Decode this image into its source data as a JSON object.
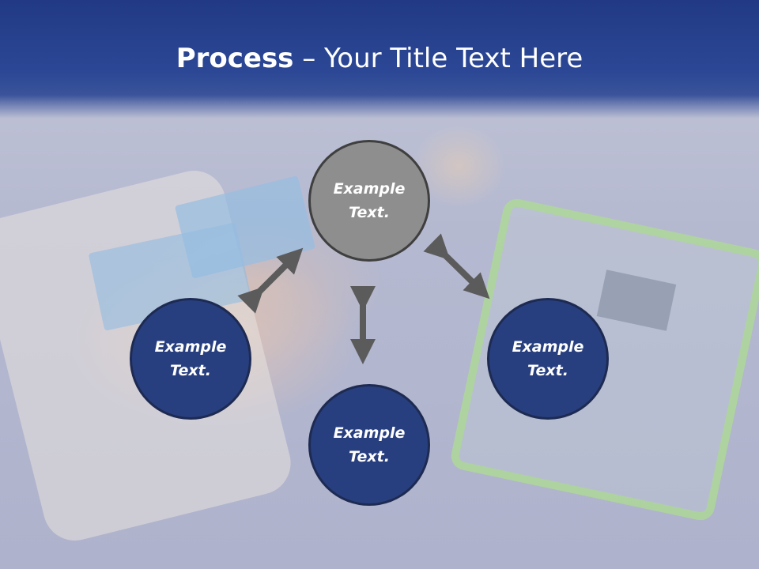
{
  "slide": {
    "title_bold": "Process",
    "title_rest": " – Your Title Text Here"
  },
  "nodes": {
    "top": "Example Text.",
    "left": "Example Text.",
    "right": "Example Text.",
    "bottom": "Example Text."
  },
  "colors": {
    "header": "#2b4795",
    "node_blue": "#283f7f",
    "node_gray": "#8e8e8e",
    "arrow": "#5b5b5b"
  }
}
